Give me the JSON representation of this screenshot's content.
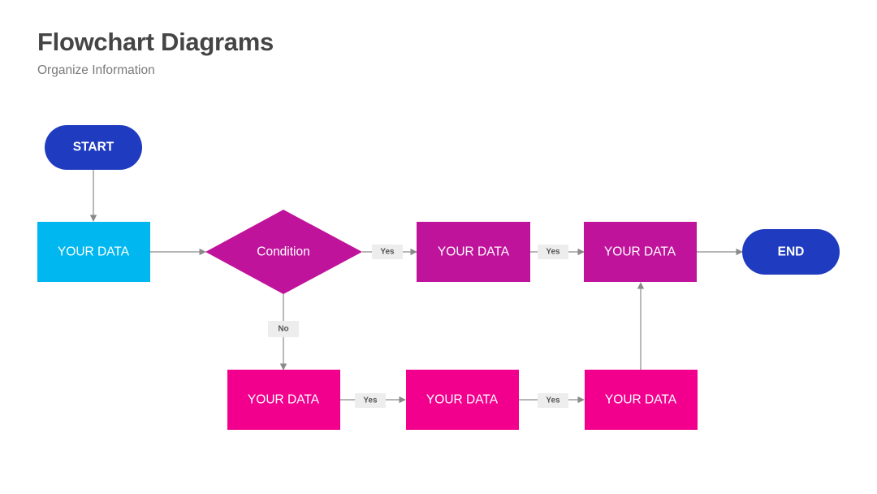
{
  "header": {
    "title": "Flowchart Diagrams",
    "subtitle": "Organize Information"
  },
  "colors": {
    "terminal": "#1f3bbf",
    "input": "#00b8ef",
    "condition": "#c0139b",
    "process_top": "#c0139b",
    "process_bottom": "#f2008d",
    "connector": "#8a8a8a",
    "label_bg": "#ededed"
  },
  "nodes": {
    "start": "START",
    "input": "YOUR DATA",
    "condition": "Condition",
    "top_process_1": "YOUR DATA",
    "top_process_2": "YOUR DATA",
    "end": "END",
    "bottom_process_1": "YOUR DATA",
    "bottom_process_2": "YOUR DATA",
    "bottom_process_3": "YOUR DATA"
  },
  "edge_labels": {
    "condition_yes": "Yes",
    "top_yes": "Yes",
    "condition_no": "No",
    "bottom_yes_1": "Yes",
    "bottom_yes_2": "Yes"
  }
}
